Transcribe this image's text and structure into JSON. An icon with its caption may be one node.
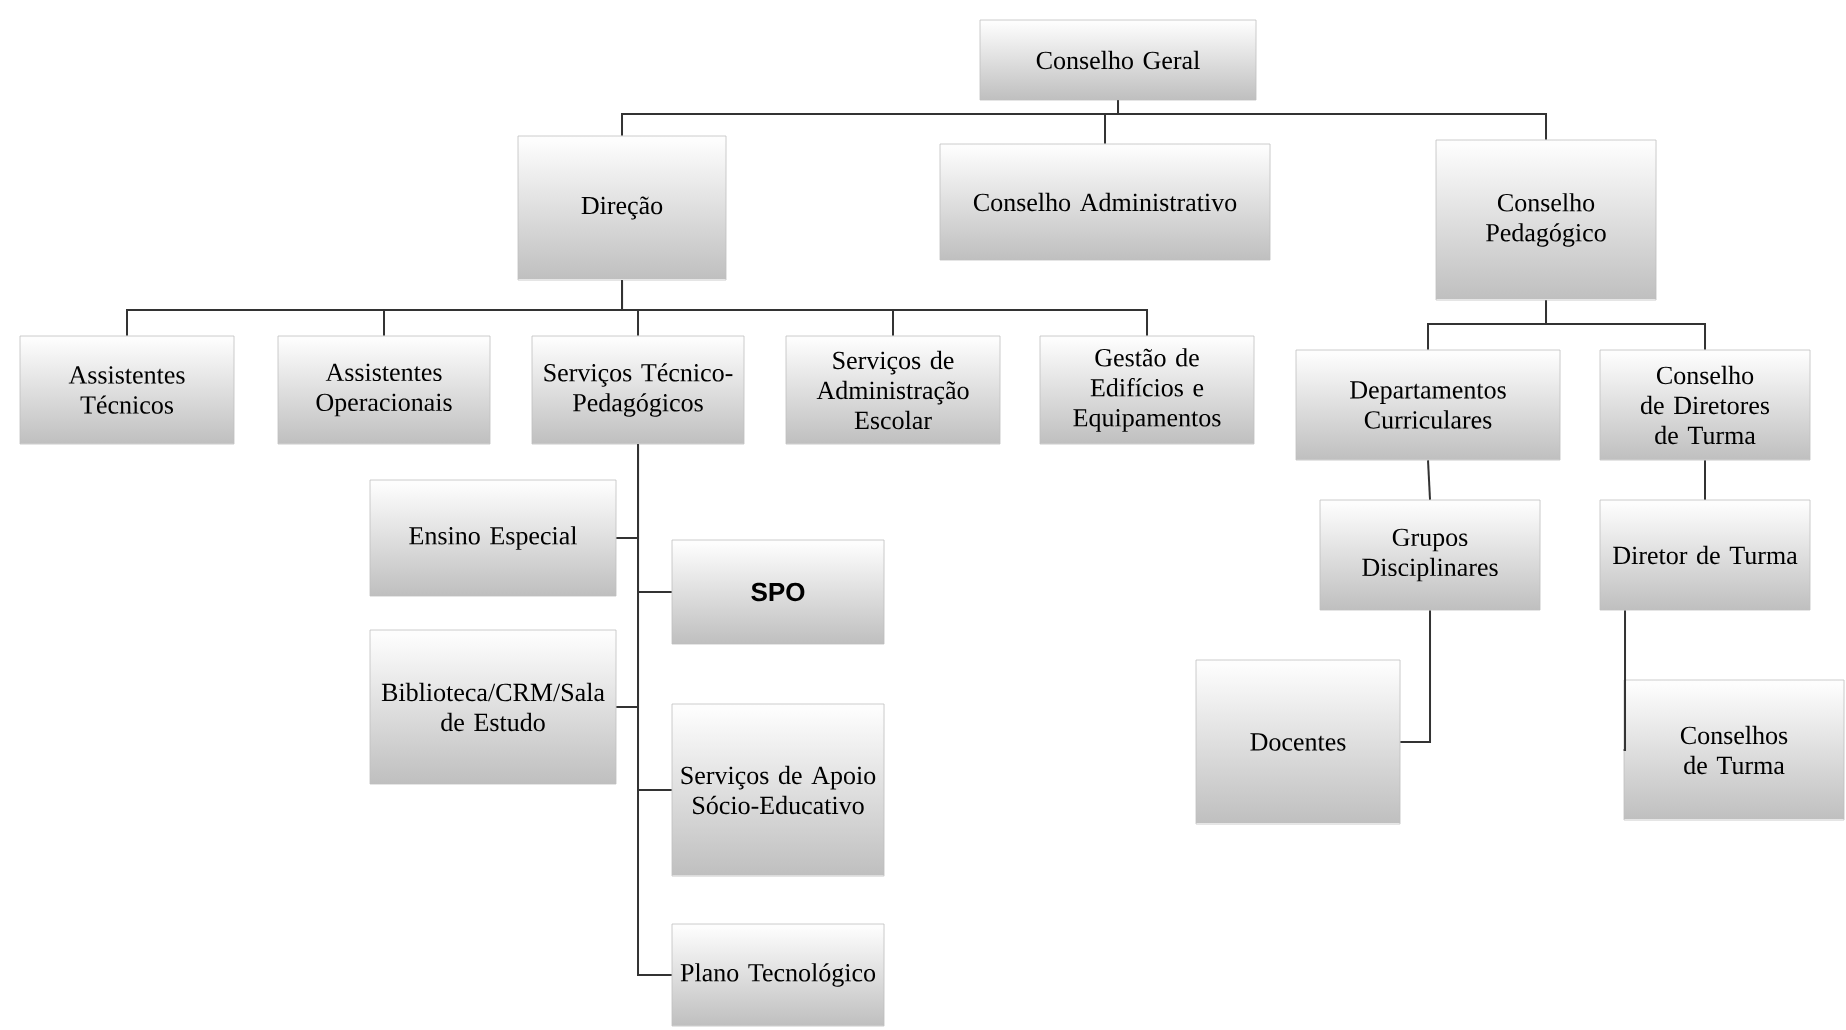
{
  "diagram": {
    "nodes": [
      {
        "text": [
          "Conselho Geral"
        ]
      },
      {
        "text": [
          "Direção"
        ]
      },
      {
        "text": [
          "Conselho Administrativo"
        ]
      },
      {
        "text": [
          "Conselho Pedagógico"
        ]
      },
      {
        "text": [
          "Assistentes Técnicos"
        ]
      },
      {
        "text": [
          "Assistentes Operacionais"
        ]
      },
      {
        "text": [
          "Serviços Técnico-Pedagógicos"
        ]
      },
      {
        "text": [
          "Serviços de Administração Escolar"
        ]
      },
      {
        "text": [
          "Gestão de Edifícios e Equipamentos"
        ]
      },
      {
        "text": [
          "Departamentos Curriculares"
        ]
      },
      {
        "text": [
          "Conselho de Diretores de Turma"
        ]
      },
      {
        "text": [
          "Ensino Especial"
        ]
      },
      {
        "text": [
          "SPO"
        ]
      },
      {
        "text": [
          "Biblioteca/CRM/Sala de Estudo"
        ]
      },
      {
        "text": [
          "Serviços de Apoio Sócio-Educativo"
        ]
      },
      {
        "text": [
          "Plano Tecnológico"
        ]
      },
      {
        "text": [
          "Grupos Disciplinares"
        ]
      },
      {
        "text": [
          "Diretor de Turma"
        ]
      },
      {
        "text": [
          "Docentes"
        ]
      },
      {
        "text": [
          "Conselhos de Turma"
        ]
      }
    ],
    "edges": [
      {
        "from": 0,
        "to": 1,
        "arrow": "none"
      },
      {
        "from": 0,
        "to": 2,
        "arrow": "none"
      },
      {
        "from": 0,
        "to": 3,
        "arrow": "none"
      },
      {
        "from": 1,
        "to": 4,
        "arrow": "none"
      },
      {
        "from": 1,
        "to": 5,
        "arrow": "none"
      },
      {
        "from": 1,
        "to": 6,
        "arrow": "none"
      },
      {
        "from": 1,
        "to": 7,
        "arrow": "none"
      },
      {
        "from": 1,
        "to": 8,
        "arrow": "none"
      },
      {
        "from": 3,
        "to": 9,
        "arrow": "none"
      },
      {
        "from": 3,
        "to": 10,
        "arrow": "none"
      },
      {
        "from": 6,
        "to": 11,
        "arrow": "none"
      },
      {
        "from": 6,
        "to": 12,
        "arrow": "none"
      },
      {
        "from": 6,
        "to": 13,
        "arrow": "none"
      },
      {
        "from": 6,
        "to": 14,
        "arrow": "none"
      },
      {
        "from": 6,
        "to": 15,
        "arrow": "none"
      },
      {
        "from": 9,
        "to": 16,
        "arrow": "none"
      },
      {
        "from": 16,
        "to": 18,
        "arrow": "none"
      },
      {
        "from": 10,
        "to": 17,
        "arrow": "none"
      },
      {
        "from": 17,
        "to": 19,
        "arrow": "none"
      }
    ]
  }
}
